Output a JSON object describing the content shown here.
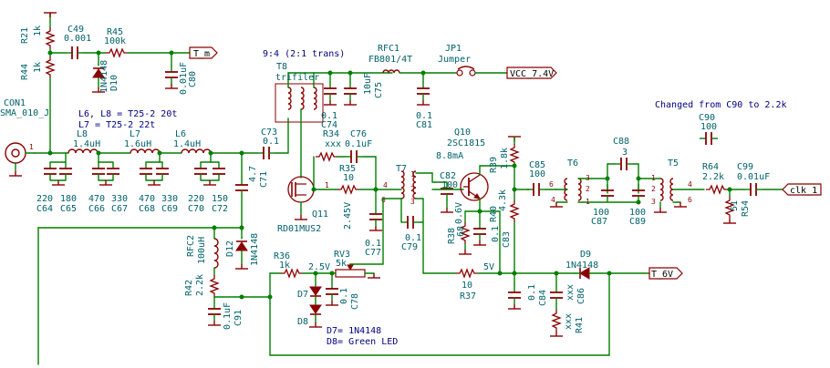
{
  "notes": {
    "inductors_line1": "L6, L8 = T25-2  20t",
    "inductors_line2": "L7  = T25-2  22t",
    "transformer_note": "9:4 (2:1 trans)",
    "changed_note": "Changed from C90 to 2.2k",
    "current": "8.8mA",
    "v245": "2.45V",
    "v25": "2.5V",
    "v06": "0.6V",
    "v5": "5V",
    "d7_note": "D7= 1N4148",
    "d8_note": "D8= Green LED"
  },
  "labels": {
    "t_m": "T_m",
    "vcc": "VCC_7.4V",
    "clk": "clk_1",
    "t6v": "T_6V"
  },
  "parts": {
    "r21": "R21",
    "r21v": "1k",
    "c49": "C49",
    "c49v": "0.001",
    "r45": "R45",
    "r45v": "100k",
    "r44": "R44",
    "r44v": "1k",
    "d10": "D10",
    "d10v": "1N4148",
    "c80": "C80",
    "c80v": "0.01uF",
    "t8": "T8",
    "t8v": "trifiler",
    "rfc1": "RFC1",
    "rfc1v": "FB801/4T",
    "jp1": "JP1",
    "jp1v": "Jumper",
    "c75": "C75",
    "c75v": "10uF",
    "c74": "C74",
    "c74v": "0.1",
    "c81": "C81",
    "c81v": "0.1",
    "con1": "CON1",
    "con1v": "SMA_010_J",
    "l8": "L8",
    "l8v": "1.4uH",
    "l7": "L7",
    "l7v": "1.6uH",
    "l6": "L6",
    "l6v": "1.4uH",
    "c73": "C73",
    "c73v": "0.1",
    "r34": "R34",
    "r34v": "xxx",
    "c76": "C76",
    "c76v": "0.1uF",
    "r35": "R35",
    "r35v": "10",
    "q10": "Q10",
    "q10v": "2SC1815",
    "t7": "T7",
    "c82": "C82",
    "c82v": "100",
    "r39": "R39",
    "r39v": "1.8k",
    "c85": "C85",
    "c85v": "100",
    "t6": "T6",
    "c88": "C88",
    "c88v": "3",
    "t5": "T5",
    "r64": "R64",
    "r64v": "2.2k",
    "c99": "C99",
    "c99v": "0.01uF",
    "c90": "C90",
    "c90v": "100",
    "c64": "C64",
    "c64v": "220",
    "c65": "C65",
    "c65v": "180",
    "c66": "C66",
    "c66v": "470",
    "c67": "C67",
    "c67v": "330",
    "c68": "C68",
    "c68v": "470",
    "c69": "C69",
    "c69v": "330",
    "c70": "C70",
    "c70v": "220",
    "c72": "C72",
    "c72v": "150",
    "c71": "C71",
    "c71v": "4.7",
    "q11": "Q11",
    "q11v": "RD01MUS2",
    "c77": "C77",
    "c77v": "0.1",
    "c79": "C79",
    "c79v": "0.1",
    "r38": "R38",
    "r38v": "68",
    "c83": "C83",
    "c83v": "0.1",
    "r40": "R40",
    "r40v": "4.3k",
    "c87": "C87",
    "c87v": "100",
    "c89": "C89",
    "c89v": "100",
    "r54": "R54",
    "r54v": "51",
    "rfc2": "RFC2",
    "rfc2v": "100uH",
    "d12": "D12",
    "d12v": "1N4148",
    "r36": "R36",
    "r36v": "1k",
    "rv3": "RV3",
    "rv3v": "5k",
    "d7": "D7",
    "c78": "C78",
    "c78v": "0.1",
    "d8": "D8",
    "r37": "R37",
    "r37v": "10",
    "c84": "C84",
    "c84v": "0.1",
    "c86": "C86",
    "c86v": "xxx",
    "r41": "R41",
    "r41v": "xxx",
    "d9": "D9",
    "d9v": "1N4148",
    "r42": "R42",
    "r42v": "2.2k",
    "c91": "C91",
    "c91v": "0.1uF"
  }
}
